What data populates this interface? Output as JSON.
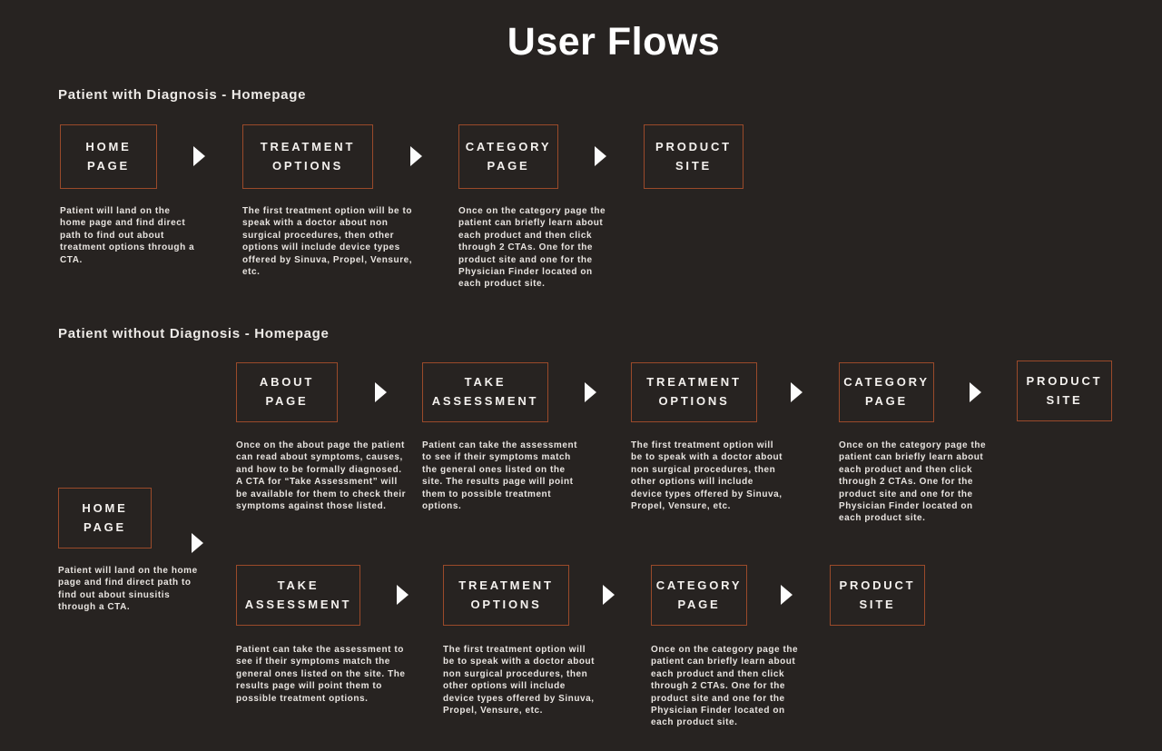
{
  "title": "User Flows",
  "colors": {
    "background": "#272321",
    "box_border": "#9a4a2a",
    "arrow": "#fcfcfc",
    "heading_text": "#edeae7",
    "label_text": "#f4f1ee",
    "body_text": "#e8e4e0"
  },
  "sections": [
    {
      "header": "Patient with Diagnosis - Homepage",
      "nodes": [
        {
          "label": "HOME\nPAGE",
          "description": "Patient will land on the home page and find direct path to find out about treatment options through a CTA."
        },
        {
          "label": "TREATMENT\nOPTIONS",
          "description": "The first treatment option will be to speak with a doctor about non surgical procedures, then other options will include device types offered by Sinuva, Propel, Vensure, etc."
        },
        {
          "label": "CATEGORY\nPAGE",
          "description": "Once on the category page the patient can briefly learn about each product and then click through 2 CTAs. One for the product site and one for the Physician Finder located on each product site."
        },
        {
          "label": "PRODUCT\nSITE",
          "description": ""
        }
      ]
    },
    {
      "header": "Patient without Diagnosis - Homepage",
      "home": {
        "label": "HOME\nPAGE",
        "description": "Patient will land on the home page and find direct path to find out about sinusitis through a CTA."
      },
      "branch_top": {
        "nodes": [
          {
            "label": "ABOUT\nPAGE",
            "description": "Once on the about page the patient can read about symptoms, causes, and how to be formally diagnosed. A CTA for “Take Assessment” will be available for them to check their symptoms against those listed."
          },
          {
            "label": "TAKE\nASSESSMENT",
            "description": "Patient can take the assessment to see if their symptoms match the general ones listed on the site. The results page will point them to possible treatment options."
          },
          {
            "label": "TREATMENT\nOPTIONS",
            "description": "The first treatment option will be to speak with a doctor about non surgical procedures, then other options will include device types offered by Sinuva, Propel, Vensure, etc."
          },
          {
            "label": "CATEGORY\nPAGE",
            "description": "Once on the category page the patient can briefly learn about each product and then click through 2 CTAs. One for the product site and one for the Physician Finder located on each product site."
          },
          {
            "label": "PRODUCT\nSITE",
            "description": ""
          }
        ]
      },
      "branch_bottom": {
        "nodes": [
          {
            "label": "TAKE\nASSESSMENT",
            "description": "Patient can take the assessment to see if their symptoms match the general ones listed on the site. The results page will point them to possible treatment options."
          },
          {
            "label": "TREATMENT\nOPTIONS",
            "description": "The first treatment option will be to speak with a doctor about non surgical procedures, then other options will include device types offered by Sinuva, Propel, Vensure, etc."
          },
          {
            "label": "CATEGORY\nPAGE",
            "description": "Once on the category page the patient can briefly learn about each product and then click through 2 CTAs. One for the product site and one for the Physician Finder located on each product site."
          },
          {
            "label": "PRODUCT\nSITE",
            "description": ""
          }
        ]
      }
    }
  ]
}
